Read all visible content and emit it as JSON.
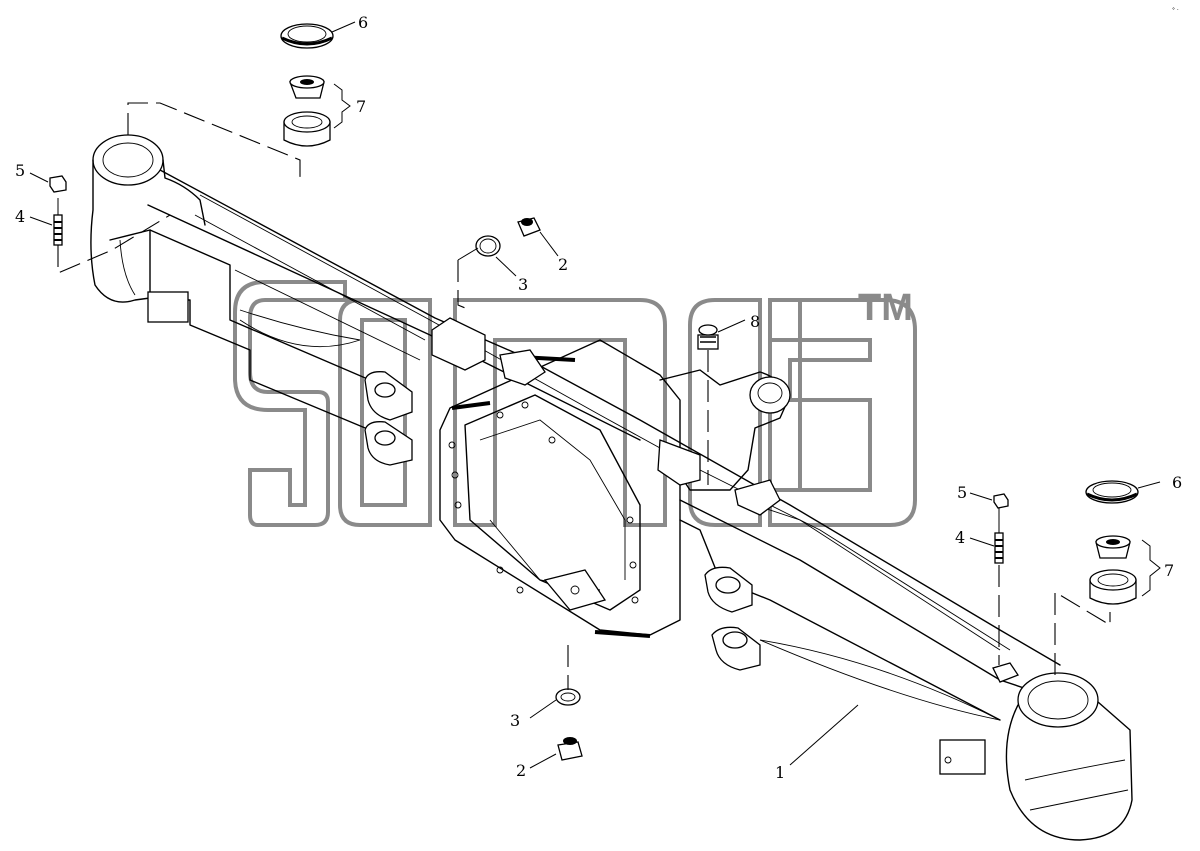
{
  "callouts": {
    "c6_top": "6",
    "c7_top": "7",
    "c5_left": "5",
    "c4_left": "4",
    "c3_top": "3",
    "c2_top": "2",
    "c8": "8",
    "c5_right": "5",
    "c4_right": "4",
    "c6_right": "6",
    "c7_right": "7",
    "c3_bottom": "3",
    "c2_bottom": "2",
    "c1": "1"
  },
  "watermark": {
    "text": "sdlg",
    "trademark": "TM"
  }
}
